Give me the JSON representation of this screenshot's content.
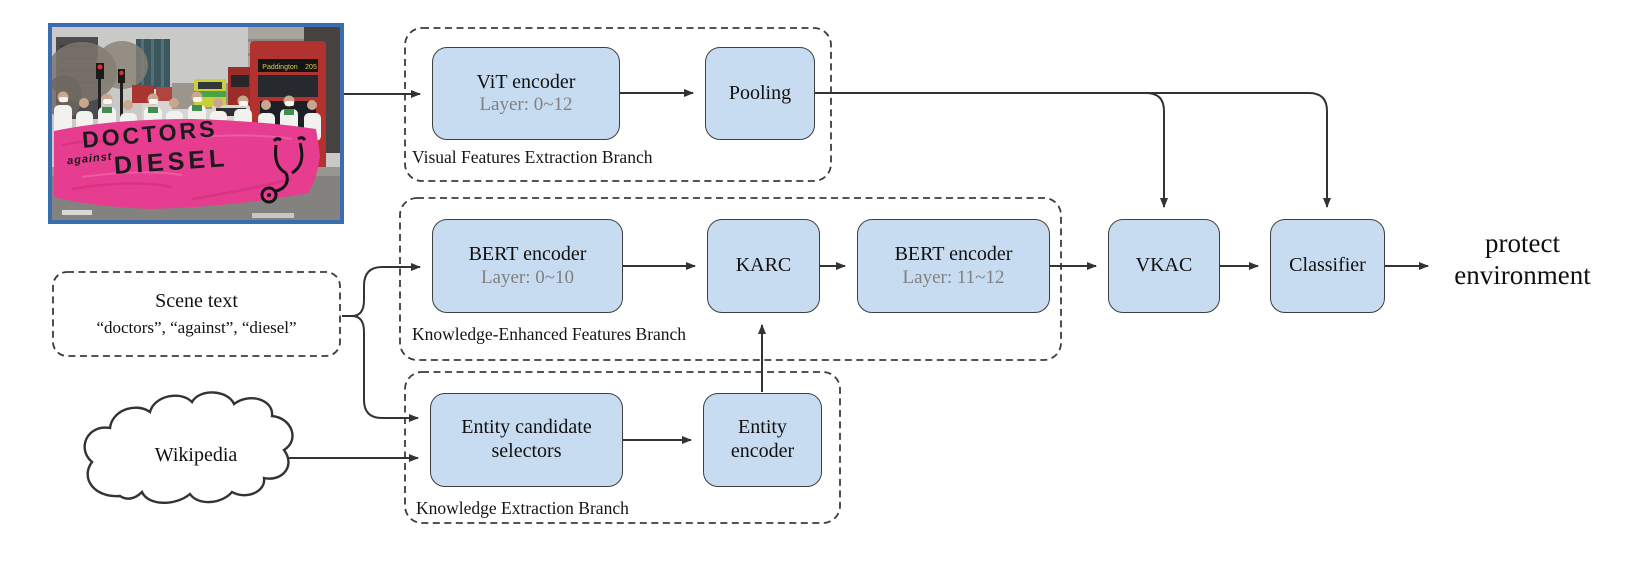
{
  "figure": {
    "photo": {
      "banner": {
        "word1": "DOCTORS",
        "word2": "against",
        "word3": "DIESEL"
      },
      "bus_destination": "Paddington",
      "bus_route": "205"
    },
    "scene_text_box": {
      "title": "Scene text",
      "words": "“doctors”, “against”, “diesel”"
    },
    "wikipedia_label": "Wikipedia",
    "branches": {
      "visual": {
        "label": "Visual Features Extraction Branch",
        "vit": {
          "title": "ViT encoder",
          "layers": "Layer: 0~12"
        },
        "pooling": {
          "title": "Pooling"
        }
      },
      "knowledge_enhanced": {
        "label": "Knowledge-Enhanced Features Branch",
        "bert1": {
          "title": "BERT encoder",
          "layers": "Layer: 0~10"
        },
        "karc": {
          "title": "KARC"
        },
        "bert2": {
          "title": "BERT encoder",
          "layers": "Layer: 11~12"
        }
      },
      "knowledge_extraction": {
        "label": "Knowledge Extraction Branch",
        "entity_selector": {
          "line1": "Entity candidate",
          "line2": "selectors"
        },
        "entity_encoder": {
          "line1": "Entity",
          "line2": "encoder"
        }
      }
    },
    "fusion": {
      "vkac": "VKAC",
      "classifier": "Classifier"
    },
    "output": {
      "line1": "protect",
      "line2": "environment"
    },
    "colors": {
      "node_fill": "#c7dcf0",
      "node_border": "#3f3f3f",
      "wire": "#333333",
      "layer_text": "#808080",
      "photo_frame": "#3a6cb0",
      "banner": "#e63d90"
    }
  }
}
